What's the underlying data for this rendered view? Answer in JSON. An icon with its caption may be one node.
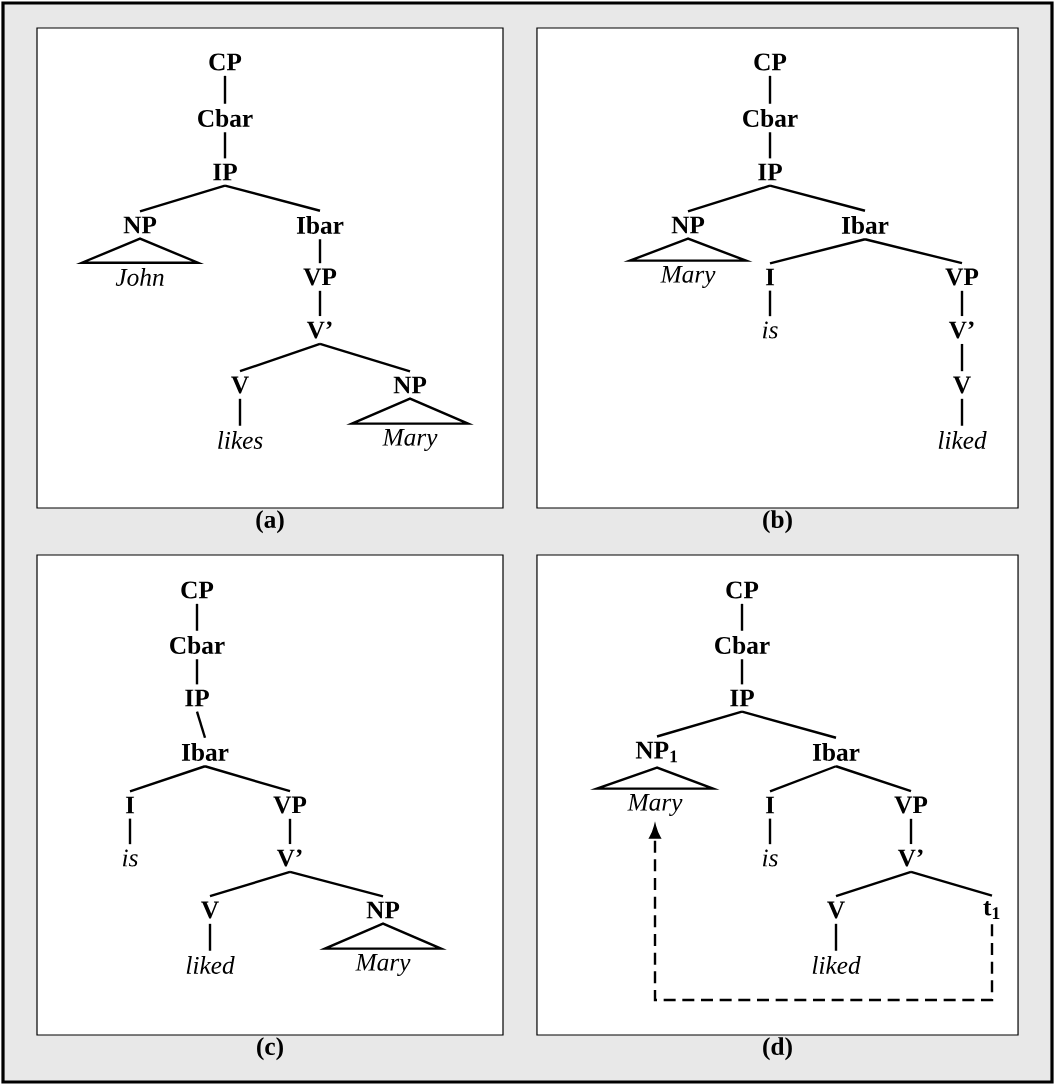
{
  "diagram": {
    "nodes": [
      {
        "text": [
          "(a)"
        ]
      },
      {
        "text": [
          "CP"
        ],
        "in": 0
      },
      {
        "text": [
          "Cbar"
        ],
        "in": 0
      },
      {
        "text": [
          "IP"
        ],
        "in": 0
      },
      {
        "text": [
          "NP"
        ],
        "in": 0
      },
      {
        "text": [
          "John"
        ],
        "in": 0
      },
      {
        "text": [
          "Ibar"
        ],
        "in": 0
      },
      {
        "text": [
          "VP"
        ],
        "in": 0
      },
      {
        "text": [
          "V’"
        ],
        "in": 0
      },
      {
        "text": [
          "V"
        ],
        "in": 0
      },
      {
        "text": [
          "likes"
        ],
        "in": 0
      },
      {
        "text": [
          "NP"
        ],
        "in": 0
      },
      {
        "text": [
          "Mary"
        ],
        "in": 0
      },
      {
        "text": [
          "(b)"
        ]
      },
      {
        "text": [
          "CP"
        ],
        "in": 13
      },
      {
        "text": [
          "Cbar"
        ],
        "in": 13
      },
      {
        "text": [
          "IP"
        ],
        "in": 13
      },
      {
        "text": [
          "NP"
        ],
        "in": 13
      },
      {
        "text": [
          "Mary"
        ],
        "in": 13
      },
      {
        "text": [
          "Ibar"
        ],
        "in": 13
      },
      {
        "text": [
          "I"
        ],
        "in": 13
      },
      {
        "text": [
          "is"
        ],
        "in": 13
      },
      {
        "text": [
          "VP"
        ],
        "in": 13
      },
      {
        "text": [
          "V’"
        ],
        "in": 13
      },
      {
        "text": [
          "V"
        ],
        "in": 13
      },
      {
        "text": [
          "liked"
        ],
        "in": 13
      },
      {
        "text": [
          "(c)"
        ]
      },
      {
        "text": [
          "CP"
        ],
        "in": 26
      },
      {
        "text": [
          "Cbar"
        ],
        "in": 26
      },
      {
        "text": [
          "IP"
        ],
        "in": 26
      },
      {
        "text": [
          "Ibar"
        ],
        "in": 26
      },
      {
        "text": [
          "I"
        ],
        "in": 26
      },
      {
        "text": [
          "is"
        ],
        "in": 26
      },
      {
        "text": [
          "VP"
        ],
        "in": 26
      },
      {
        "text": [
          "V’"
        ],
        "in": 26
      },
      {
        "text": [
          "V"
        ],
        "in": 26
      },
      {
        "text": [
          "liked"
        ],
        "in": 26
      },
      {
        "text": [
          "NP"
        ],
        "in": 26
      },
      {
        "text": [
          "Mary"
        ],
        "in": 26
      },
      {
        "text": [
          "(d)"
        ]
      },
      {
        "text": [
          "CP"
        ],
        "in": 39
      },
      {
        "text": [
          "Cbar"
        ],
        "in": 39
      },
      {
        "text": [
          "IP"
        ],
        "in": 39
      },
      {
        "text": [
          "NP$_{1}$"
        ],
        "in": 39
      },
      {
        "text": [
          "Mary"
        ],
        "in": 39
      },
      {
        "text": [
          "Ibar"
        ],
        "in": 39
      },
      {
        "text": [
          "I"
        ],
        "in": 39
      },
      {
        "text": [
          "is"
        ],
        "in": 39
      },
      {
        "text": [
          "VP"
        ],
        "in": 39
      },
      {
        "text": [
          "V’"
        ],
        "in": 39
      },
      {
        "text": [
          "V"
        ],
        "in": 39
      },
      {
        "text": [
          "liked"
        ],
        "in": 39
      },
      {
        "text": [
          "t$_{1}$"
        ],
        "in": 39
      }
    ],
    "edges": [
      {
        "from": 1,
        "to": 2,
        "arrow": "none"
      },
      {
        "from": 2,
        "to": 3,
        "arrow": "none"
      },
      {
        "from": 3,
        "to": 4,
        "arrow": "none"
      },
      {
        "from": 3,
        "to": 6,
        "arrow": "none"
      },
      {
        "from": 4,
        "to": 5,
        "arrow": "none"
      },
      {
        "from": 6,
        "to": 7,
        "arrow": "none"
      },
      {
        "from": 7,
        "to": 8,
        "arrow": "none"
      },
      {
        "from": 8,
        "to": 9,
        "arrow": "none"
      },
      {
        "from": 8,
        "to": 11,
        "arrow": "none"
      },
      {
        "from": 9,
        "to": 10,
        "arrow": "none"
      },
      {
        "from": 11,
        "to": 12,
        "arrow": "none"
      },
      {
        "from": 14,
        "to": 15,
        "arrow": "none"
      },
      {
        "from": 15,
        "to": 16,
        "arrow": "none"
      },
      {
        "from": 16,
        "to": 17,
        "arrow": "none"
      },
      {
        "from": 16,
        "to": 19,
        "arrow": "none"
      },
      {
        "from": 17,
        "to": 18,
        "arrow": "none"
      },
      {
        "from": 19,
        "to": 20,
        "arrow": "none"
      },
      {
        "from": 19,
        "to": 22,
        "arrow": "none"
      },
      {
        "from": 20,
        "to": 21,
        "arrow": "none"
      },
      {
        "from": 22,
        "to": 23,
        "arrow": "none"
      },
      {
        "from": 23,
        "to": 24,
        "arrow": "none"
      },
      {
        "from": 24,
        "to": 25,
        "arrow": "none"
      },
      {
        "from": 27,
        "to": 28,
        "arrow": "none"
      },
      {
        "from": 28,
        "to": 29,
        "arrow": "none"
      },
      {
        "from": 29,
        "to": 30,
        "arrow": "none"
      },
      {
        "from": 30,
        "to": 31,
        "arrow": "none"
      },
      {
        "from": 30,
        "to": 33,
        "arrow": "none"
      },
      {
        "from": 31,
        "to": 32,
        "arrow": "none"
      },
      {
        "from": 33,
        "to": 34,
        "arrow": "none"
      },
      {
        "from": 34,
        "to": 35,
        "arrow": "none"
      },
      {
        "from": 34,
        "to": 37,
        "arrow": "none"
      },
      {
        "from": 35,
        "to": 36,
        "arrow": "none"
      },
      {
        "from": 37,
        "to": 38,
        "arrow": "none"
      },
      {
        "from": 40,
        "to": 41,
        "arrow": "none"
      },
      {
        "from": 41,
        "to": 42,
        "arrow": "none"
      },
      {
        "from": 42,
        "to": 43,
        "arrow": "none"
      },
      {
        "from": 42,
        "to": 45,
        "arrow": "none"
      },
      {
        "from": 43,
        "to": 44,
        "arrow": "none"
      },
      {
        "from": 45,
        "to": 46,
        "arrow": "none"
      },
      {
        "from": 45,
        "to": 48,
        "arrow": "none"
      },
      {
        "from": 46,
        "to": 47,
        "arrow": "none"
      },
      {
        "from": 48,
        "to": 49,
        "arrow": "none"
      },
      {
        "from": 49,
        "to": 50,
        "arrow": "none"
      },
      {
        "from": 49,
        "to": 52,
        "arrow": "none"
      },
      {
        "from": 50,
        "to": 51,
        "arrow": "none"
      },
      {
        "from": 52,
        "to": 44,
        "arrow": "to",
        "style": "dashed"
      }
    ]
  }
}
